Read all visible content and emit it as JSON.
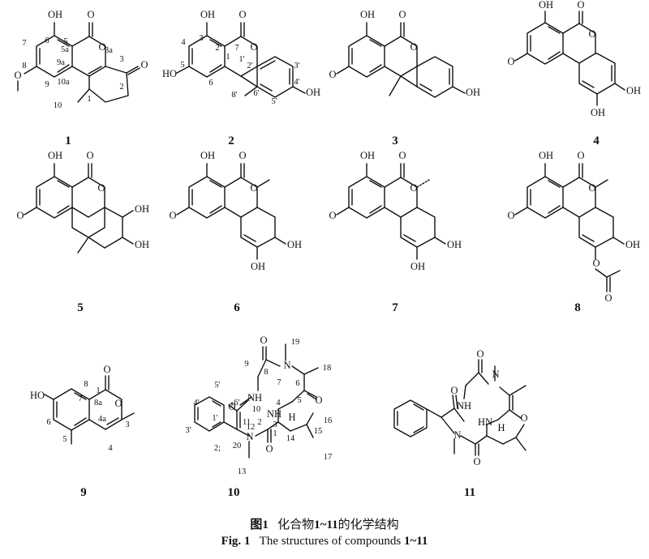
{
  "compounds": [
    {
      "number": "1"
    },
    {
      "number": "2"
    },
    {
      "number": "3"
    },
    {
      "number": "4"
    },
    {
      "number": "5"
    },
    {
      "number": "6"
    },
    {
      "number": "7"
    },
    {
      "number": "8"
    },
    {
      "number": "9"
    },
    {
      "number": "10"
    },
    {
      "number": "11"
    }
  ],
  "labels": {
    "oh": "OH",
    "ho": "HO",
    "o": "O",
    "nh": "NH",
    "hn": "HN",
    "n": "N",
    "h": "H",
    "me_o": "O"
  },
  "locants": {
    "c1": [
      "6",
      "7",
      "8",
      "9",
      "5",
      "5a",
      "9a",
      "10a",
      "1",
      "2",
      "3",
      "3a",
      "10"
    ],
    "c2": [
      "3",
      "4",
      "5",
      "6",
      "7",
      "2",
      "1",
      "1'",
      "2'",
      "3'",
      "4'",
      "5'",
      "6'",
      "8'"
    ],
    "c9": [
      "8",
      "7",
      "6",
      "5",
      "8a",
      "1",
      "4a",
      "3",
      "4"
    ],
    "c10": [
      "19",
      "18",
      "9",
      "8",
      "7",
      "6",
      "5",
      "4",
      "3",
      "2",
      "1",
      "10",
      "11",
      "12",
      "16",
      "15",
      "14",
      "17",
      "13",
      "20",
      "1'",
      "2;",
      "3'",
      "4'",
      "5'",
      "6'"
    ]
  },
  "caption": {
    "cn_prefix": "图1",
    "cn_text": "化合物",
    "cn_range": "1~11",
    "cn_suffix": "的化学结构",
    "en_prefix": "Fig. 1",
    "en_text": "The structures of compounds ",
    "en_range": "1~11"
  }
}
